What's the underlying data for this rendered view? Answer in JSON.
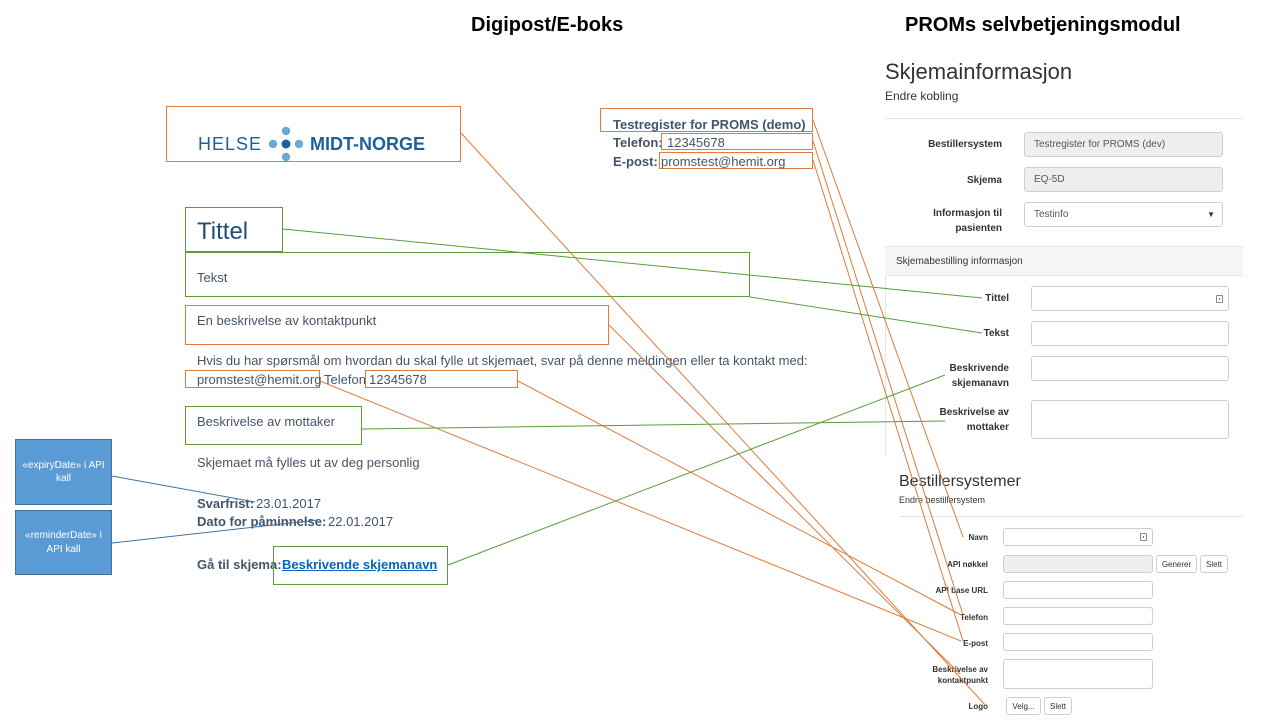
{
  "headings": {
    "left": "Digipost/E-boks",
    "right": "PROMs selvbetjeningsmodul"
  },
  "logo": {
    "left_text": "HELSE",
    "right_text": "MIDT-NORGE"
  },
  "sender": {
    "name": "Testregister for PROMS (demo)",
    "phone_label": "Telefon:",
    "phone_value": "12345678",
    "email_label": "E-post:",
    "email_value": "promstest@hemit.org"
  },
  "letter": {
    "title": "Tittel",
    "text": "Tekst",
    "contact_description": "En beskrivelse av kontaktpunkt",
    "contact_sentence": "Hvis du har spørsmål om hvordan du skal fylle ut skjemaet, svar på denne meldingen eller ta kontakt med:",
    "contact_email": "promstest@hemit.org",
    "contact_phone_label": "Telefon",
    "contact_phone": "12345678",
    "recipient_description": "Beskrivelse av mottaker",
    "personal_note": "Skjemaet må fylles ut av deg personlig",
    "deadline_label": "Svarfrist:",
    "deadline_value": "23.01.2017",
    "reminder_label": "Dato for påminnelse:",
    "reminder_value": "22.01.2017",
    "goto_label": "Gå til skjema:",
    "goto_link": "Beskrivende skjemanavn"
  },
  "notes": {
    "expiry": "«expiryDate» i API kall",
    "reminder": "«reminderDate» i API kall"
  },
  "form_info": {
    "title": "Skjemainformasjon",
    "subtitle": "Endre kobling",
    "ordering_system_label": "Bestillersystem",
    "ordering_system_value": "Testregister for PROMS (dev)",
    "schema_label": "Skjema",
    "schema_value": "EQ-5D",
    "patient_info_label": "Informasjon til pasienten",
    "patient_info_value": "Testinfo",
    "order_section_title": "Skjemabestilling informasjon",
    "title_label": "Tittel",
    "text_label": "Tekst",
    "schema_name_label": "Beskrivende skjemanavn",
    "recipient_label": "Beskrivelse av mottaker"
  },
  "ordering_systems": {
    "title": "Bestillersystemer",
    "subtitle": "Endre bestillersystem",
    "name_label": "Navn",
    "api_key_label": "API nøkkel",
    "generate_button": "Generer",
    "delete_button": "Slett",
    "api_url_label": "API base URL",
    "phone_label": "Telefon",
    "email_label": "E-post",
    "contact_desc_label": "Beskrivelse av kontaktpunkt",
    "logo_label": "Logo",
    "choose_button": "Velg...",
    "logo_delete_button": "Slett"
  },
  "colors": {
    "orange": "#e07b39",
    "green": "#5b9b3a",
    "note_blue": "#5b9bd5",
    "text_dark_blue": "#44546a",
    "link_blue": "#0563c1",
    "logo_blue": "#1f5f9e"
  }
}
